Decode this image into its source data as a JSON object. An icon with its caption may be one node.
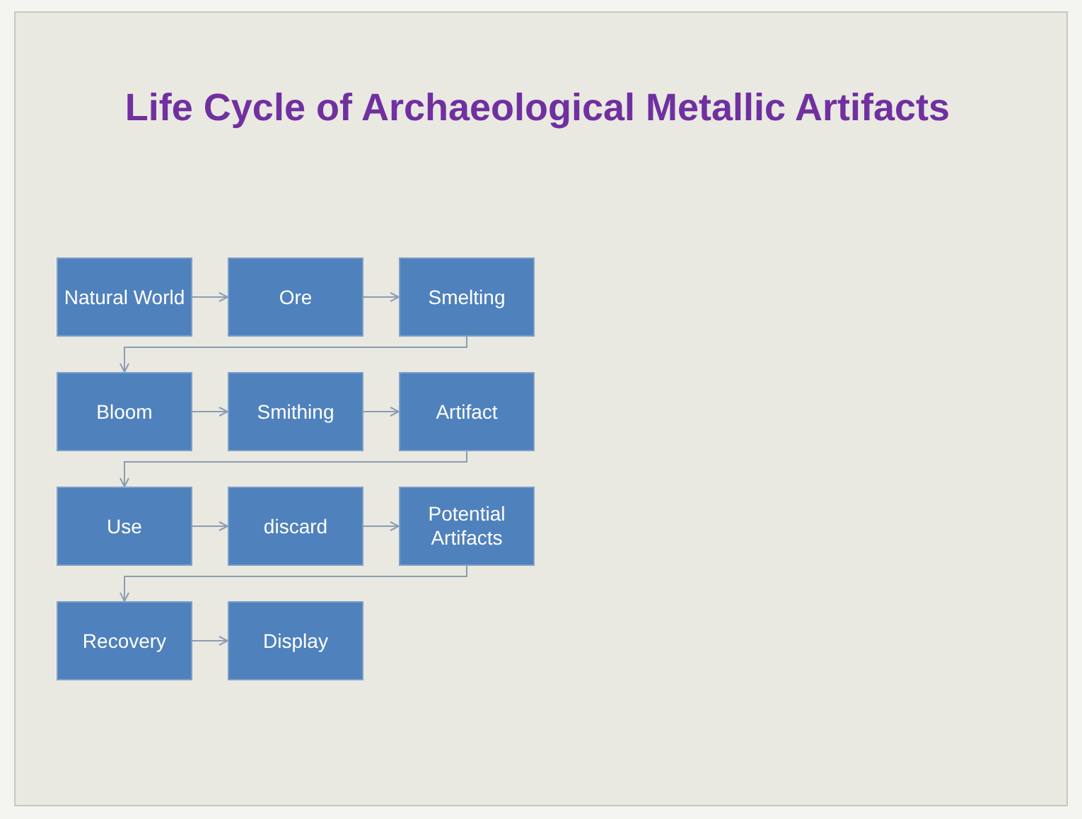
{
  "diagram": {
    "title": "Life Cycle of Archaeological Metallic Artifacts",
    "nodes": [
      {
        "text": [
          "Natural World"
        ]
      },
      {
        "text": [
          "Ore"
        ]
      },
      {
        "text": [
          "Smelting"
        ]
      },
      {
        "text": [
          "Bloom"
        ]
      },
      {
        "text": [
          "Smithing"
        ]
      },
      {
        "text": [
          "Artifact"
        ]
      },
      {
        "text": [
          "Use"
        ]
      },
      {
        "text": [
          "discard"
        ]
      },
      {
        "text": [
          "Potential Artifacts"
        ]
      },
      {
        "text": [
          "Recovery"
        ]
      },
      {
        "text": [
          "Display"
        ]
      }
    ],
    "edges": [
      {
        "from": 0,
        "to": 1,
        "arrow": "to"
      },
      {
        "from": 1,
        "to": 2,
        "arrow": "to"
      },
      {
        "from": 2,
        "to": 3,
        "arrow": "to"
      },
      {
        "from": 3,
        "to": 4,
        "arrow": "to"
      },
      {
        "from": 4,
        "to": 5,
        "arrow": "to"
      },
      {
        "from": 5,
        "to": 6,
        "arrow": "to"
      },
      {
        "from": 6,
        "to": 7,
        "arrow": "to"
      },
      {
        "from": 7,
        "to": 8,
        "arrow": "to"
      },
      {
        "from": 8,
        "to": 9,
        "arrow": "to"
      },
      {
        "from": 9,
        "to": 10,
        "arrow": "to"
      }
    ]
  }
}
